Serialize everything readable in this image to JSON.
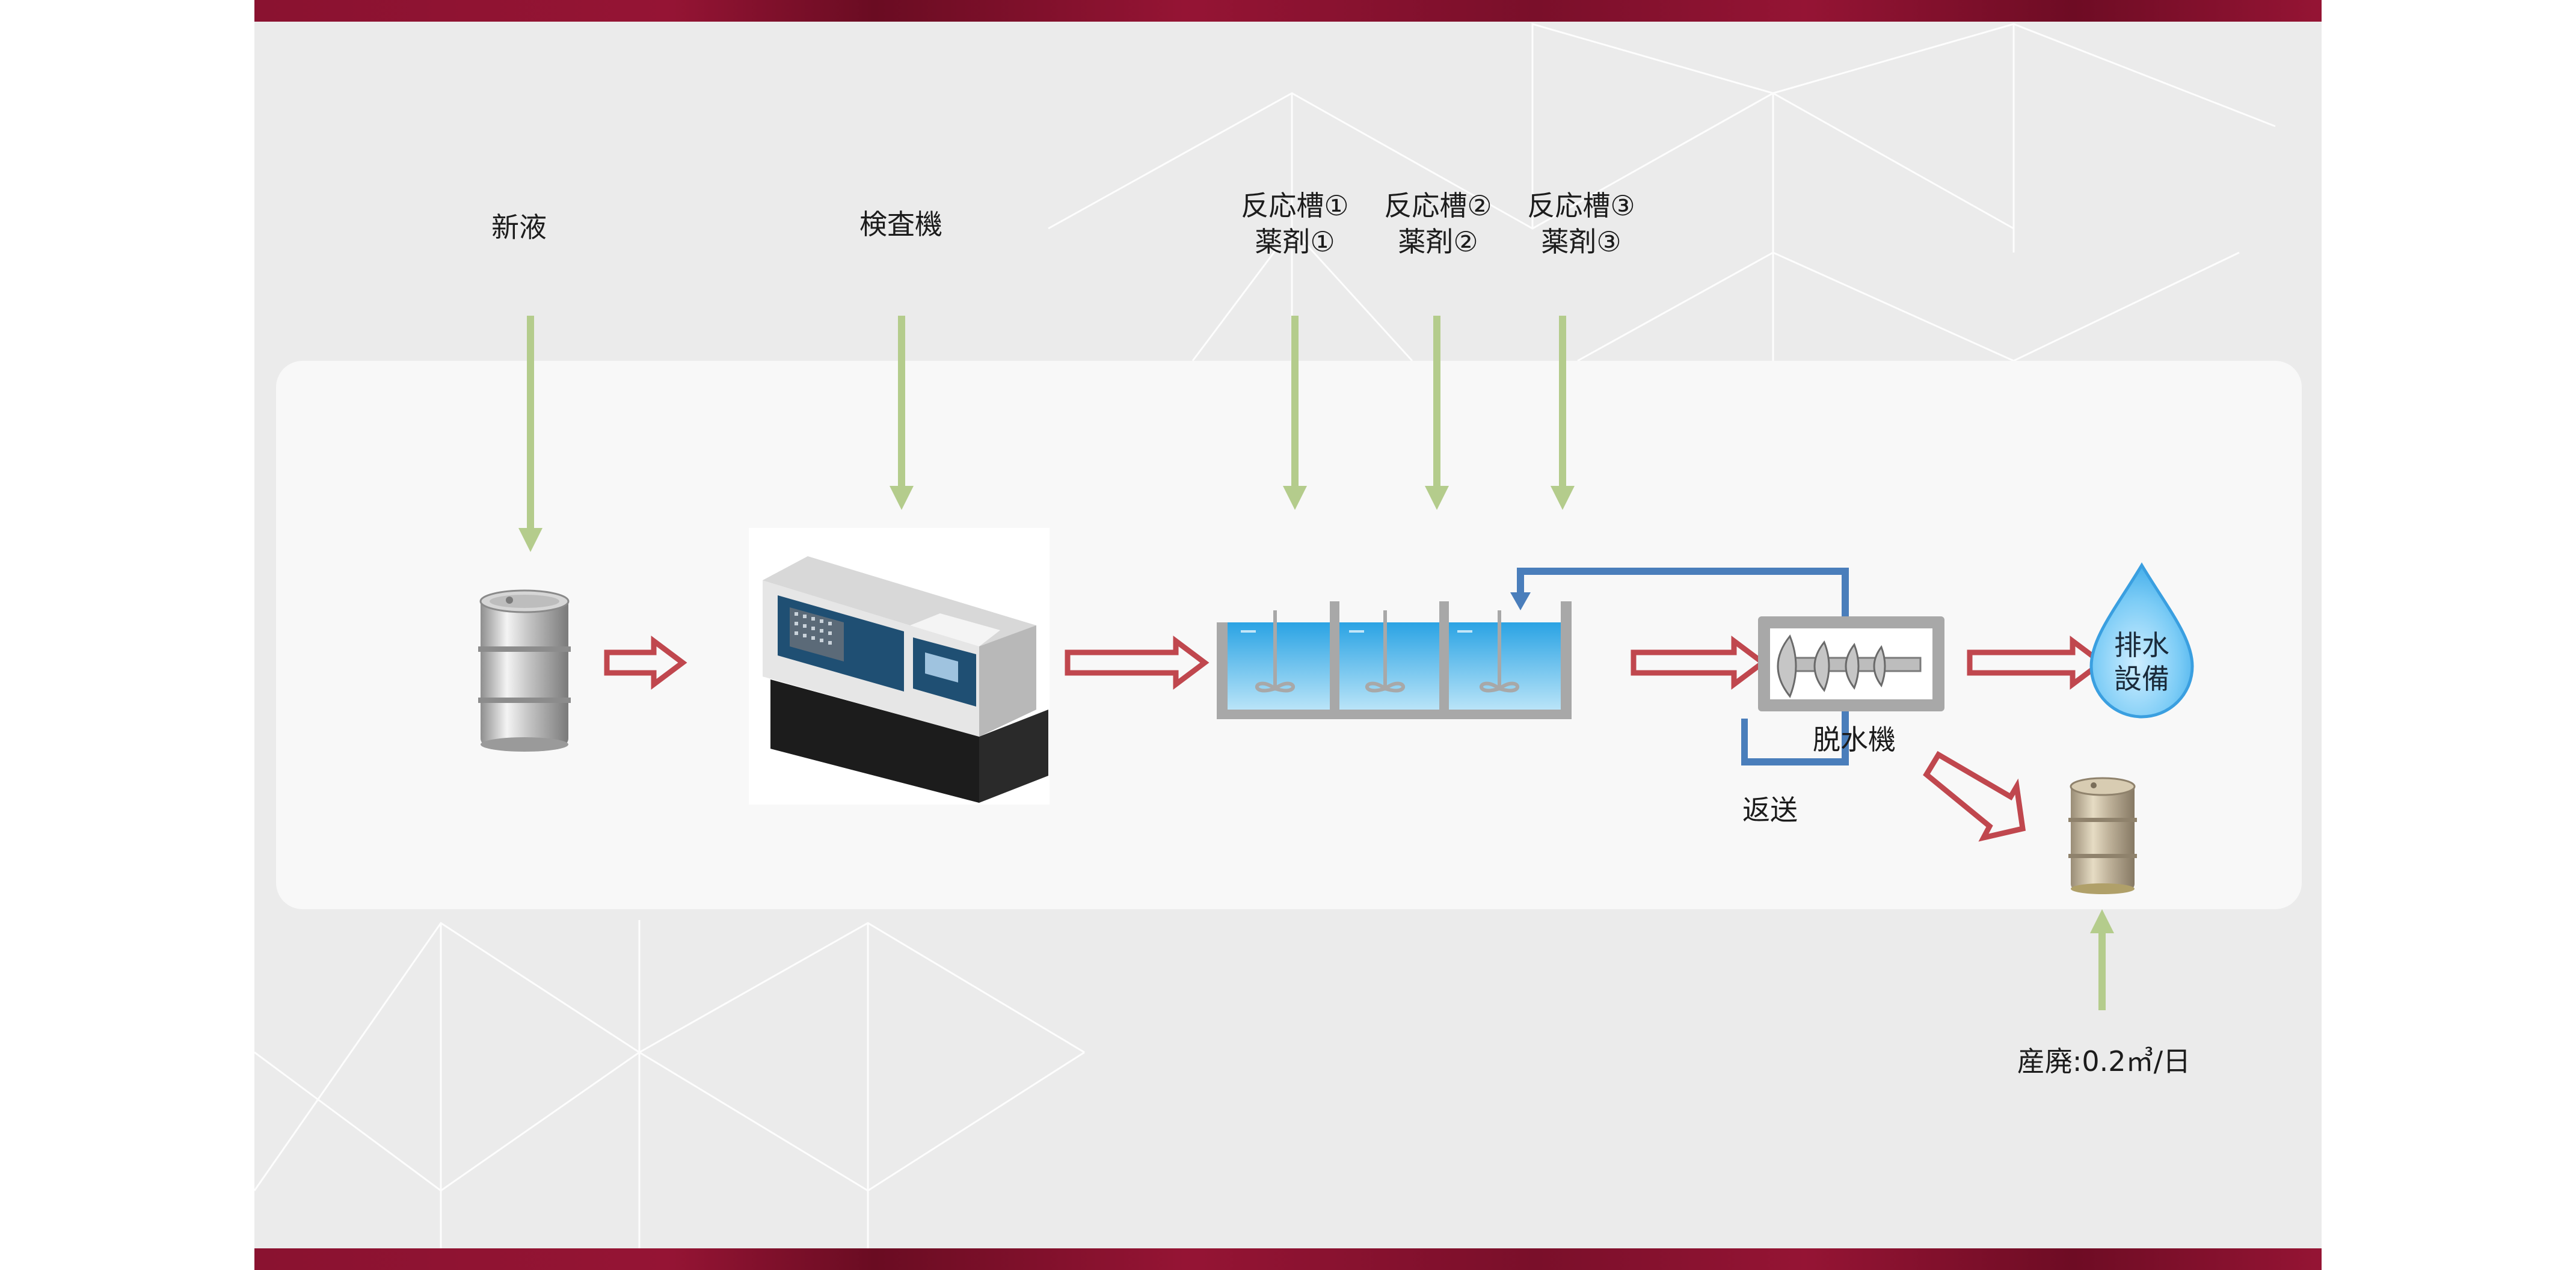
{
  "labels": {
    "new_liquid": "新液",
    "inspection_machine": "検査機",
    "tank1_line1": "反応槽①",
    "tank1_line2": "薬剤①",
    "tank2_line1": "反応槽②",
    "tank2_line2": "薬剤②",
    "tank3_line1": "反応槽③",
    "tank3_line2": "薬剤③",
    "return": "返送",
    "dehydrator": "脱水機",
    "drainage_line1": "排水",
    "drainage_line2": "設備",
    "industrial_waste": "産廃:0.2㎥/日"
  },
  "colors": {
    "frame": "#951434",
    "slide_bg": "#ebebeb",
    "panel_bg": "#f8f8f8",
    "feed_arrow": "#b4cc8c",
    "flow_arrow": "#c0474e",
    "return_line": "#4a7ebb",
    "water": "#39aee6",
    "tank_wall": "#a8a8a8",
    "machine_blue": "#1f4f73",
    "drop": "#5cbcf0"
  },
  "icons": {
    "new_liquid": "steel-drum-icon",
    "inspection_machine": "cnc-machine-icon",
    "reaction_tanks": "mixing-tank-icon",
    "dehydrator": "screw-press-icon",
    "drainage": "water-drop-icon",
    "waste": "waste-drum-icon"
  }
}
